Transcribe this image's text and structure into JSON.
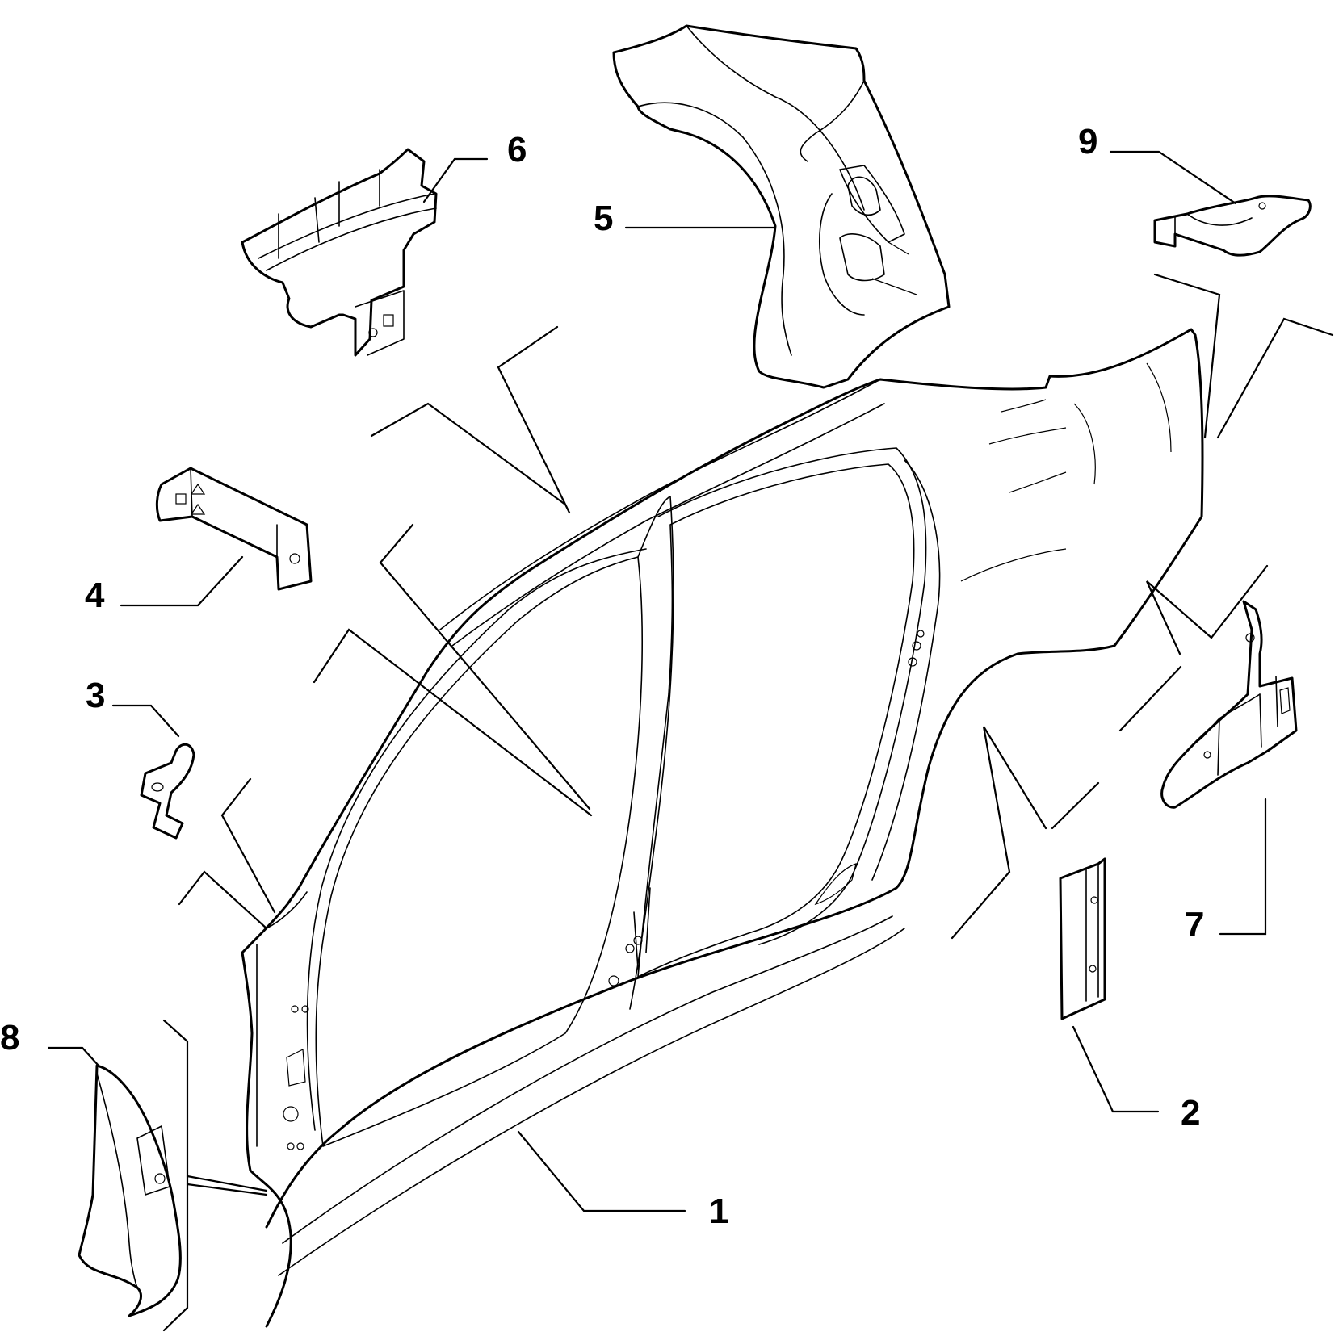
{
  "callouts": {
    "c1": "1",
    "c2": "2",
    "c3": "3",
    "c4": "4",
    "c5": "5",
    "c6": "6",
    "c7": "7",
    "c8": "8",
    "c9": "9"
  },
  "colors": {
    "ink": "#000000",
    "background": "#ffffff"
  }
}
